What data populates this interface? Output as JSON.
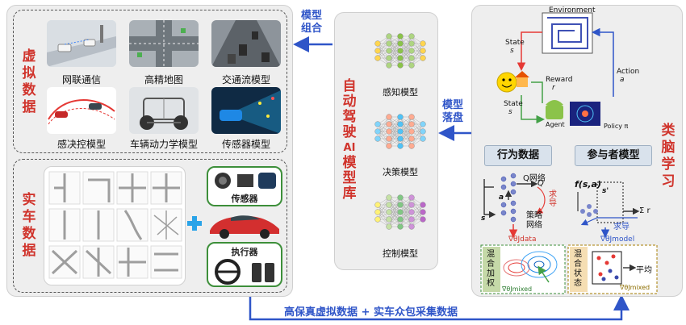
{
  "virtual": {
    "label_chars": [
      "虚",
      "拟",
      "数",
      "据"
    ],
    "captions": [
      "网联通信",
      "高精地图",
      "交通流模型",
      "感决控模型",
      "车辆动力学模型",
      "传感器模型"
    ]
  },
  "real": {
    "label_chars": [
      "实",
      "车",
      "数",
      "据"
    ],
    "sensor_label": "传感器",
    "actuator_label": "执行器"
  },
  "library": {
    "title_chars": [
      "自",
      "动",
      "驾",
      "驶",
      "AI",
      "模",
      "型",
      "库"
    ],
    "models": [
      "感知模型",
      "决策模型",
      "控制模型"
    ]
  },
  "flows": {
    "combine": [
      "模型",
      "组合"
    ],
    "landing": [
      "模型",
      "落盘"
    ],
    "bottom": "高保真虚拟数据 + 实车众包采集数据"
  },
  "brain": {
    "label_chars": [
      "类",
      "脑",
      "学",
      "习"
    ],
    "rl": {
      "environment": "Environment",
      "state_top": "State",
      "state_sym_top": "s",
      "reward": "Reward",
      "reward_sym": "r",
      "state_mid": "State",
      "state_sym_mid": "s",
      "action": "Action",
      "action_sym": "a",
      "agent": "Agent",
      "policy": "Policy π"
    },
    "behavior_title": "行为数据",
    "participant_title": "参与者模型",
    "q_net": "Q网络",
    "q_sym": "Q",
    "derive": [
      "求",
      "导"
    ],
    "policy_net": [
      "策略",
      "网络"
    ],
    "a_sym": "a",
    "s_sym": "s",
    "grad_data": "∇θJdata",
    "f_sa": "f(s,a)",
    "s_prime": "s'",
    "sum_r": "Σ r",
    "derive2": "求导",
    "grad_model": "∇θJmodel",
    "mixed_weight": [
      "混",
      "合",
      "加",
      "权"
    ],
    "mixed_state": [
      "混",
      "合",
      "状",
      "态"
    ],
    "average": "平均",
    "grad_mixed1": "∇θJmixed",
    "grad_mixed2": "∇θJmixed"
  },
  "colors": {
    "accent_red": "#d0342c",
    "flow_blue": "#2f55c8"
  }
}
